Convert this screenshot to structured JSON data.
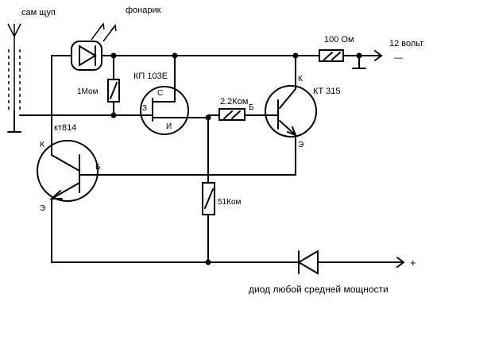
{
  "labels": {
    "probe": "сам щуп",
    "flashlight": "фонарик",
    "r_100": "100 Ом",
    "supply": "12 вольт",
    "supply_minus": "—",
    "r_1m": "1Мом",
    "fet": "КП 103Е",
    "fet_s": "С",
    "fet_z": "З",
    "fet_i": "И",
    "r_2k2": "2.2Ком",
    "t315_b": "Б",
    "t315_k": "К",
    "t315": "КТ 315",
    "t315_e": "Э",
    "t814": "кт814",
    "t814_k": "К",
    "t814_b": "Б",
    "t814_e": "Э",
    "r_51k": "51Ком",
    "plus": "+",
    "diode_note": "диод любой средней мощности"
  }
}
